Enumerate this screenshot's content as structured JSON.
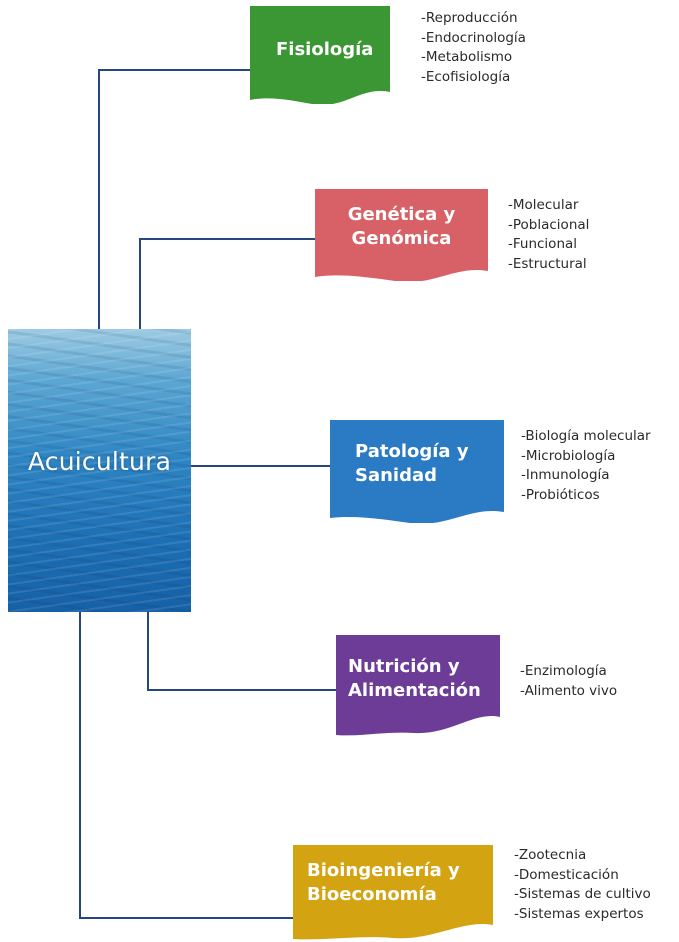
{
  "center": {
    "title": "Acuicultura"
  },
  "colors": {
    "connector": "#26477e",
    "fisiologia": "#3b9634",
    "genetica": "#d86167",
    "patologia": "#2a7ac4",
    "nutricion": "#6d3c96",
    "bioingenieria": "#d4a312"
  },
  "branches": [
    {
      "key": "fisiologia",
      "title_lines": [
        "Fisiología"
      ],
      "color": "#3b9634",
      "items": [
        "-Reproducción",
        "-Endocrinología",
        "-Metabolismo",
        "-Ecofisiología"
      ]
    },
    {
      "key": "genetica",
      "title_lines": [
        "Genética y",
        "Genómica"
      ],
      "color": "#d86167",
      "items": [
        "-Molecular",
        "-Poblacional",
        "-Funcional",
        "-Estructural"
      ]
    },
    {
      "key": "patologia",
      "title_lines": [
        "Patología y",
        "Sanidad"
      ],
      "color": "#2a7ac4",
      "items": [
        "-Biología molecular",
        "-Microbiología",
        "-Inmunología",
        "-Probióticos"
      ]
    },
    {
      "key": "nutricion",
      "title_lines": [
        "Nutrición y",
        "Alimentación"
      ],
      "color": "#6d3c96",
      "items": [
        "-Enzimología",
        "-Alimento vivo"
      ]
    },
    {
      "key": "bioingenieria",
      "title_lines": [
        "Bioingeniería y",
        "Bioeconomía"
      ],
      "color": "#d4a312",
      "items": [
        "-Zootecnia",
        "-Domesticación",
        "-Sistemas de cultivo",
        "-Sistemas expertos"
      ]
    }
  ]
}
